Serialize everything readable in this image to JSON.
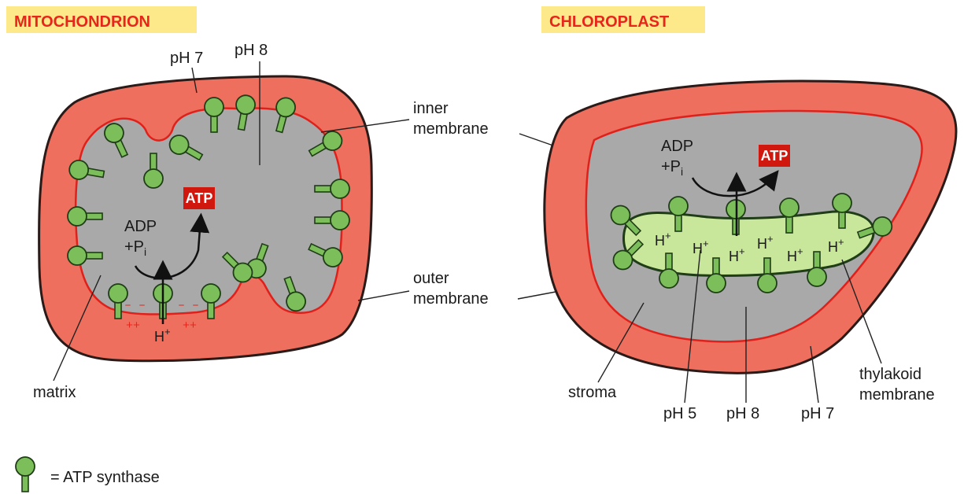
{
  "mitochondrion": {
    "title": "MITOCHONDRION",
    "ph_outer": "pH 7",
    "ph_matrix": "pH 8",
    "adp_line1": "ADP",
    "adp_line2": "+P",
    "adp_sub": "i",
    "atp": "ATP",
    "proton": "H",
    "minus_charges": "– –",
    "plus_charges": "++",
    "matrix_label": "matrix"
  },
  "chloroplast": {
    "title": "CHLOROPLAST",
    "adp_line1": "ADP",
    "adp_line2": "+P",
    "adp_sub": "i",
    "atp": "ATP",
    "proton": "H",
    "stroma_label": "stroma",
    "ph_lumen": "pH 5",
    "ph_stroma": "pH 8",
    "ph_outer": "pH 7",
    "thylakoid_line1": "thylakoid",
    "thylakoid_line2": "membrane"
  },
  "shared_labels": {
    "inner_line1": "inner",
    "inner_line2": "membrane",
    "outer_line1": "outer",
    "outer_line2": "membrane"
  },
  "legend": {
    "label": "= ATP synthase"
  },
  "colors": {
    "title_highlight": "#fde98a",
    "title_text": "#e8251b",
    "intermembrane": "#ef6f5e",
    "matrix_gray": "#a9a9a9",
    "thylakoid_green": "#c9e79a",
    "synthase_green": "#7cbf5a",
    "atp_box": "#d0180f"
  }
}
